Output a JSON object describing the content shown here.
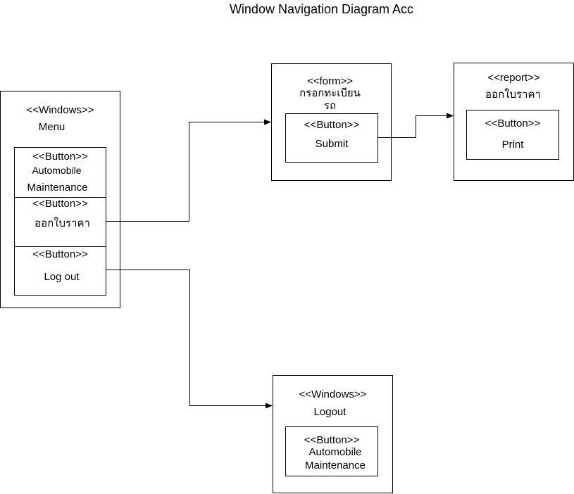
{
  "title": "Window Navigation Diagram Acc",
  "menu_window": {
    "stereotype": "<<Windows>>",
    "name": "Menu",
    "buttons": [
      {
        "stereotype": "<<Button>>",
        "line1": "Automobile",
        "line2": "Maintenance"
      },
      {
        "stereotype": "<<Button>>",
        "label": "ออกใบราคา"
      },
      {
        "stereotype": "<<Button>>",
        "label": "Log out"
      }
    ]
  },
  "form_window": {
    "stereotype": "<<form>>",
    "name_line1": "กรอกทะเบียน",
    "name_line2": "รถ",
    "button": {
      "stereotype": "<<Button>>",
      "label": "Submit"
    }
  },
  "report_window": {
    "stereotype": "<<report>>",
    "name": "ออกใบราคา",
    "button": {
      "stereotype": "<<Button>>",
      "label": "Print"
    }
  },
  "logout_window": {
    "stereotype": "<<Windows>>",
    "name": "Logout",
    "button": {
      "stereotype": "<<Button>>",
      "line1": "Automobile",
      "line2": "Maintenance"
    }
  }
}
